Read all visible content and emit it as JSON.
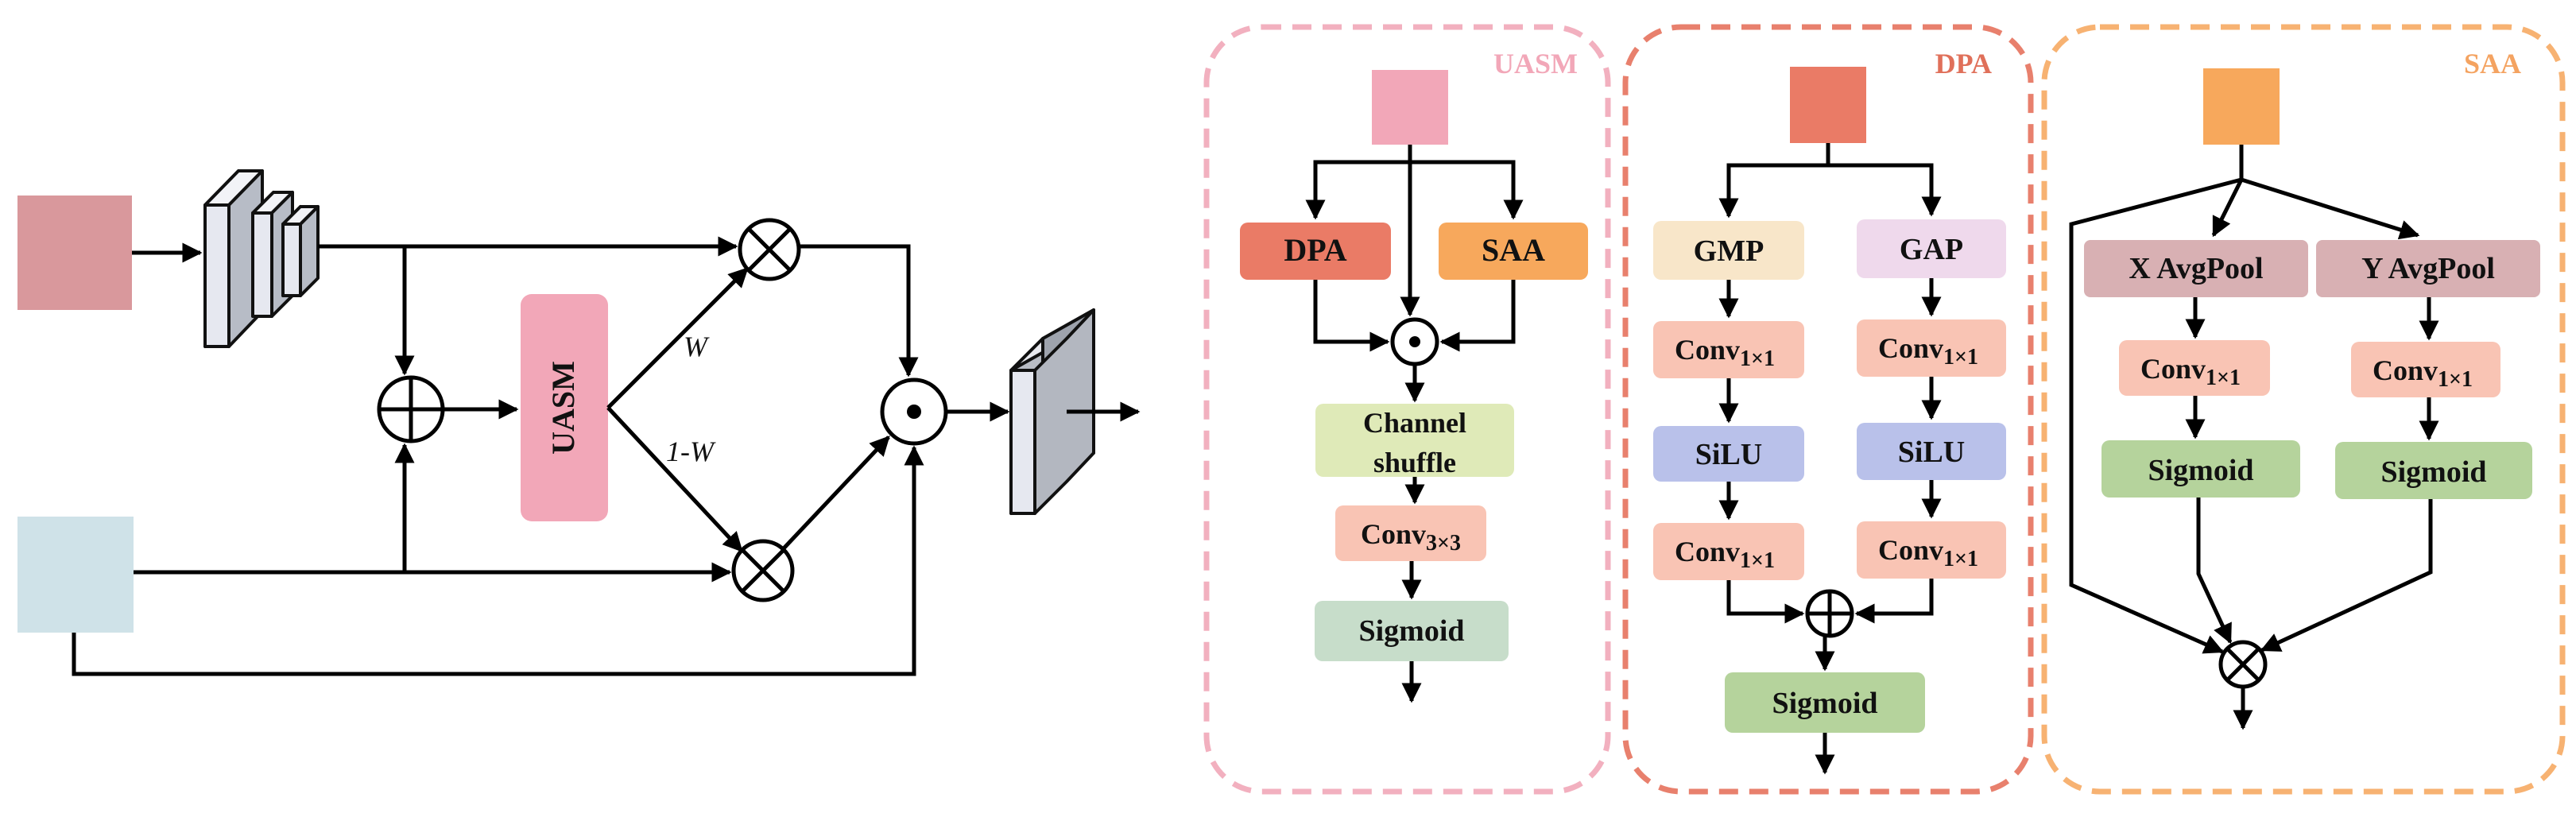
{
  "colors": {
    "input_top": "#d9989c",
    "input_bottom": "#cfe2e8",
    "uasm_box": "#f2a7b8",
    "dpa_block": "#ea7b66",
    "saa_block": "#f7a85c",
    "gmp": "#f8e6c9",
    "gap": "#efd9ec",
    "conv": "#f9c4b4",
    "silu": "#b9c1ea",
    "sigmoid": "#b5d39c",
    "channel_shuffle": "#dfeab8",
    "avgpool": "#d8b0b3",
    "sigmoid_uasm": "#c7ddca",
    "uasm_panel_border": "#f2b0bf",
    "dpa_panel_border": "#e8806d",
    "saa_panel_border": "#f7b272",
    "uasm_panel_title": "#f2a7b8",
    "dpa_panel_title": "#e0705a",
    "saa_panel_title": "#f4a361"
  },
  "left": {
    "uasm_label": "UASM",
    "weight_label": "W",
    "inverse_weight_label": "1-W"
  },
  "uasm_panel": {
    "title": "UASM",
    "dpa_label": "DPA",
    "saa_label": "SAA",
    "channel_shuffle_line1": "Channel",
    "channel_shuffle_line2": "shuffle",
    "conv_label": "Conv",
    "conv_sub": "3×3",
    "sigmoid_label": "Sigmoid"
  },
  "dpa_panel": {
    "title": "DPA",
    "gmp_label": "GMP",
    "gap_label": "GAP",
    "conv_label": "Conv",
    "conv_sub": "1×1",
    "silu_label": "SiLU",
    "sigmoid_label": "Sigmoid"
  },
  "saa_panel": {
    "title": "SAA",
    "x_pool_label": "X AvgPool",
    "y_pool_label": "Y AvgPool",
    "conv_label": "Conv",
    "conv_sub": "1×1",
    "sigmoid_label": "Sigmoid"
  }
}
